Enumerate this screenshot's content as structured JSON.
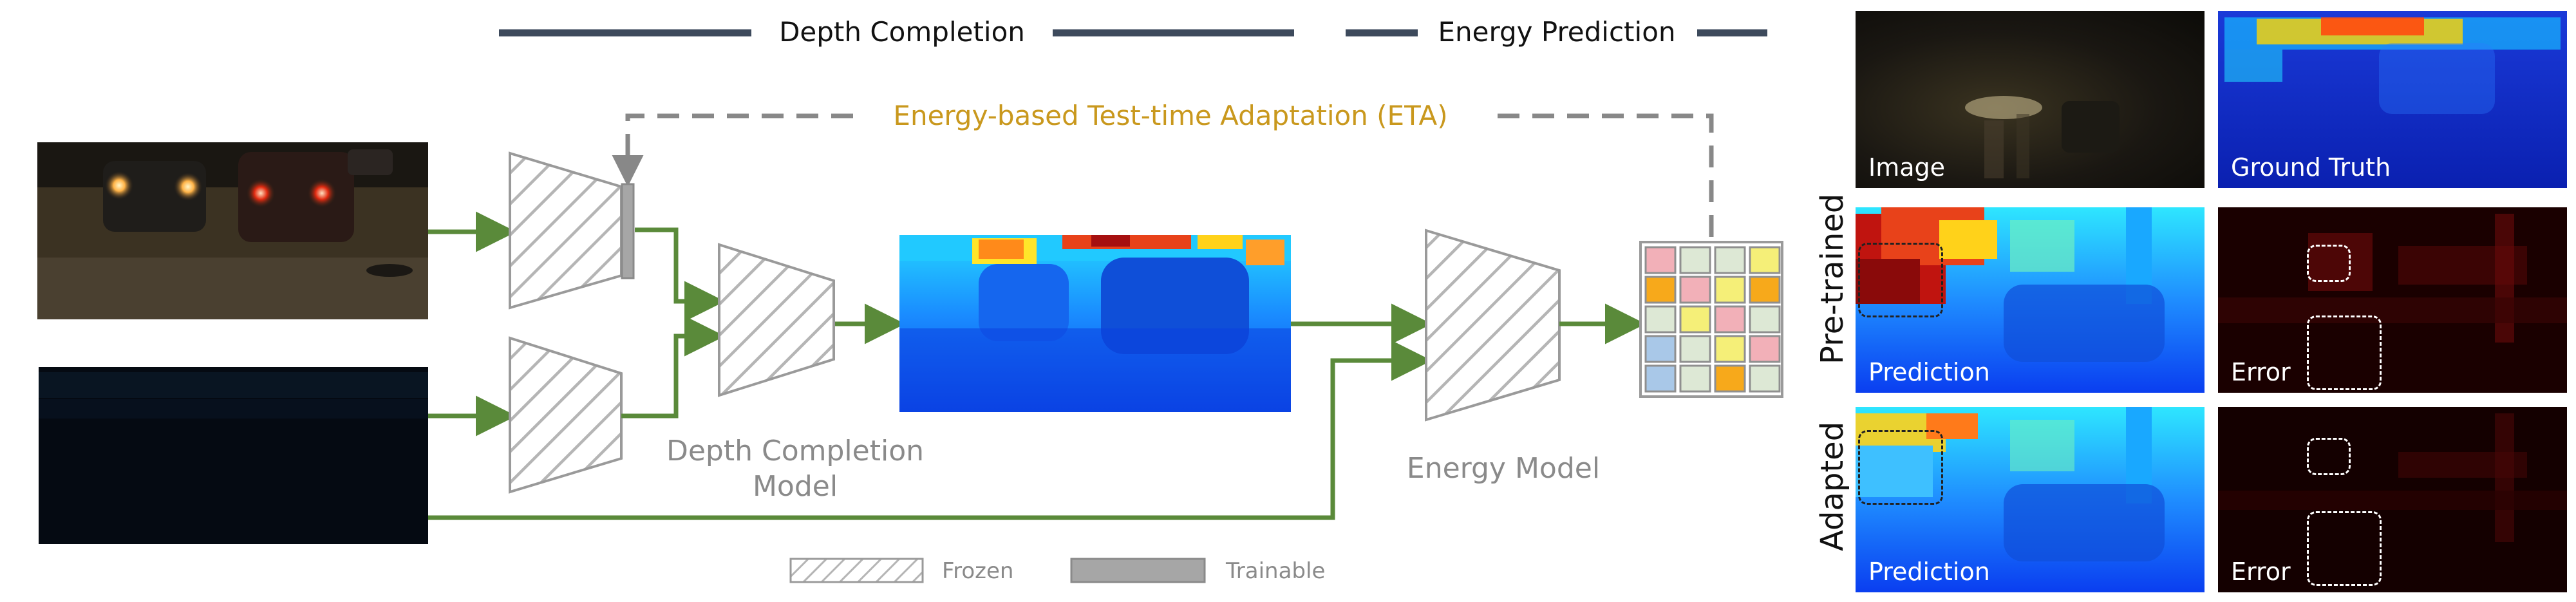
{
  "headers": {
    "depth_completion": "Depth Completion",
    "energy_prediction": "Energy Prediction"
  },
  "eta_label": "Energy-based Test-time Adaptation (ETA)",
  "depth_completion_model": {
    "line1": "Depth Completion",
    "line2": "Model"
  },
  "energy_model_label": "Energy Model",
  "legend": {
    "frozen": "Frozen",
    "trainable": "Trainable"
  },
  "grid_panels": {
    "image": "Image",
    "ground_truth": "Ground Truth",
    "prediction": "Prediction",
    "error": "Error"
  },
  "row_labels": {
    "pretrained": "Pre-trained",
    "adapted": "Adapted"
  },
  "colors": {
    "header_line": "#3d4a5c",
    "eta_text": "#c9981d",
    "arrow_green": "#5a8a3a",
    "dashed_gray": "#888888",
    "trainable_fill": "#a6a6a6",
    "label_gray": "#8a8a8a",
    "energy_cells": [
      "#f2b0b8",
      "#f7a91b",
      "#f5ef78",
      "#a9c8e8",
      "#dde8d5"
    ]
  }
}
